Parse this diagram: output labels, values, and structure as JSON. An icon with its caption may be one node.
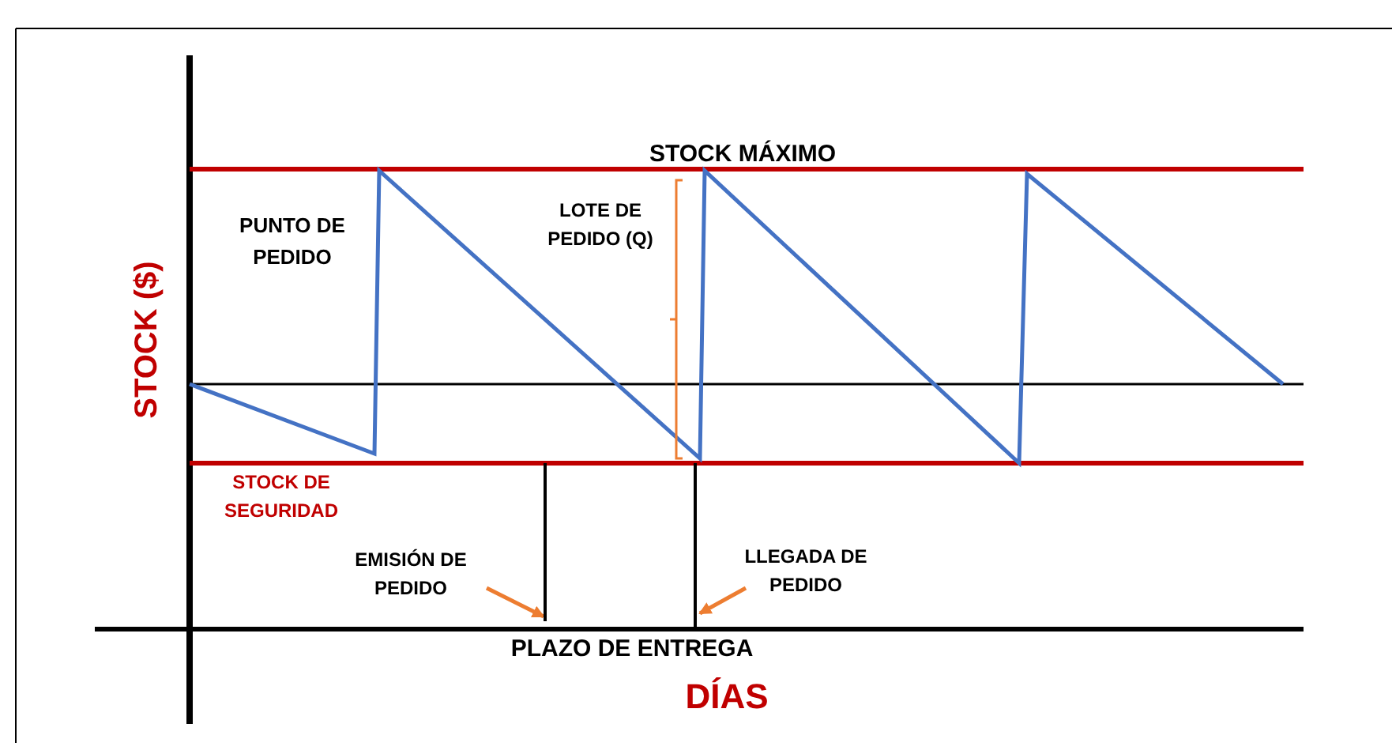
{
  "diagram": {
    "nodes": [
      {
        "text": [
          "EMISIÓN DE PEDIDO"
        ]
      },
      {
        "text": [],
        "shape": "bar"
      },
      {
        "text": [
          "LLEGADA DE PEDIDO"
        ]
      },
      {
        "text": [],
        "shape": "bar"
      }
    ],
    "edges": [
      {
        "from": 0,
        "to": 1,
        "arrow": "to"
      },
      {
        "from": 2,
        "to": 3,
        "arrow": "to"
      }
    ],
    "labels": [
      "STOCK MÁXIMO",
      "PUNTO DE PEDIDO",
      "LOTE DE PEDIDO (Q)",
      "STOCK ($)",
      "STOCK DE SEGURIDAD",
      "PLAZO DE ENTREGA",
      "DÍAS"
    ]
  }
}
